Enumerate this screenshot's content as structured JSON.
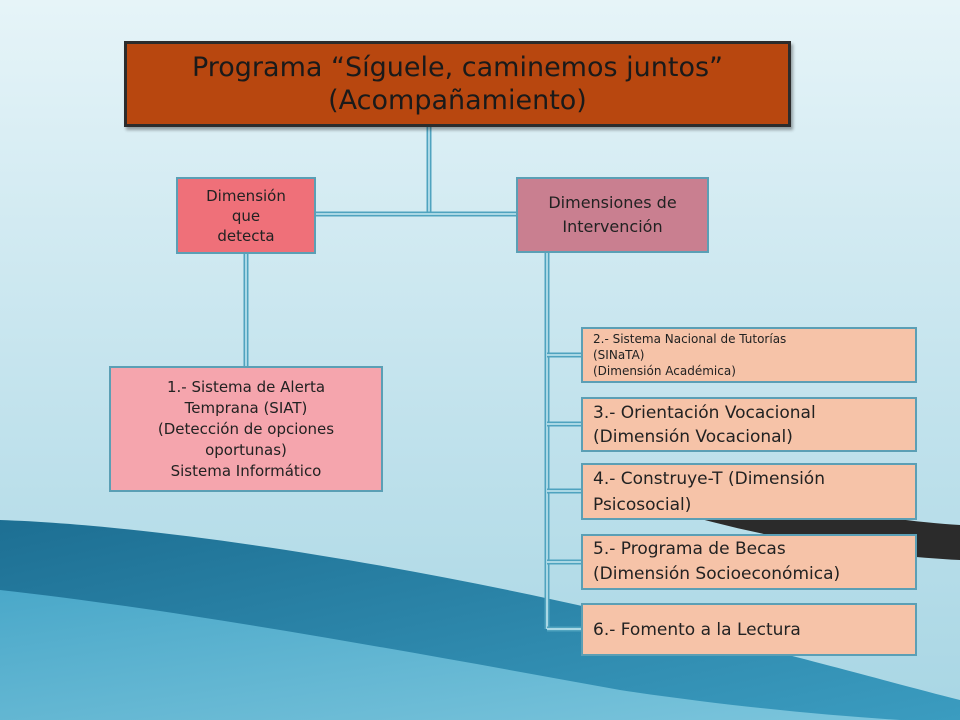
{
  "diagram": {
    "title": "Programa “Síguele, caminemos juntos”\n(Acompañamiento)",
    "left_branch": {
      "label": "Dimensión\nque\ndetecta",
      "child": "1.- Sistema de Alerta\nTemprana (SIAT)\n(Detección de opciones\noportunas)\nSistema Informático"
    },
    "right_branch": {
      "label": "Dimensiones de\nIntervención",
      "items": [
        "2.- Sistema Nacional de Tutorías\n(SINaTA)\n(Dimensión Académica)",
        "3.- Orientación Vocacional\n(Dimensión Vocacional)",
        "4.- Construye-T (Dimensión\nPsicosocial)",
        "5.- Programa de Becas\n(Dimensión Socioeconómica)",
        "6.- Fomento a la Lectura"
      ]
    }
  },
  "colors": {
    "title_fill": "#b8470f",
    "left_dim_fill": "#ef7079",
    "right_dim_fill": "#c97f90",
    "siat_fill": "#f5a5ad",
    "item_fill": "#f6c3a8",
    "connector": "#4fa3bf"
  }
}
